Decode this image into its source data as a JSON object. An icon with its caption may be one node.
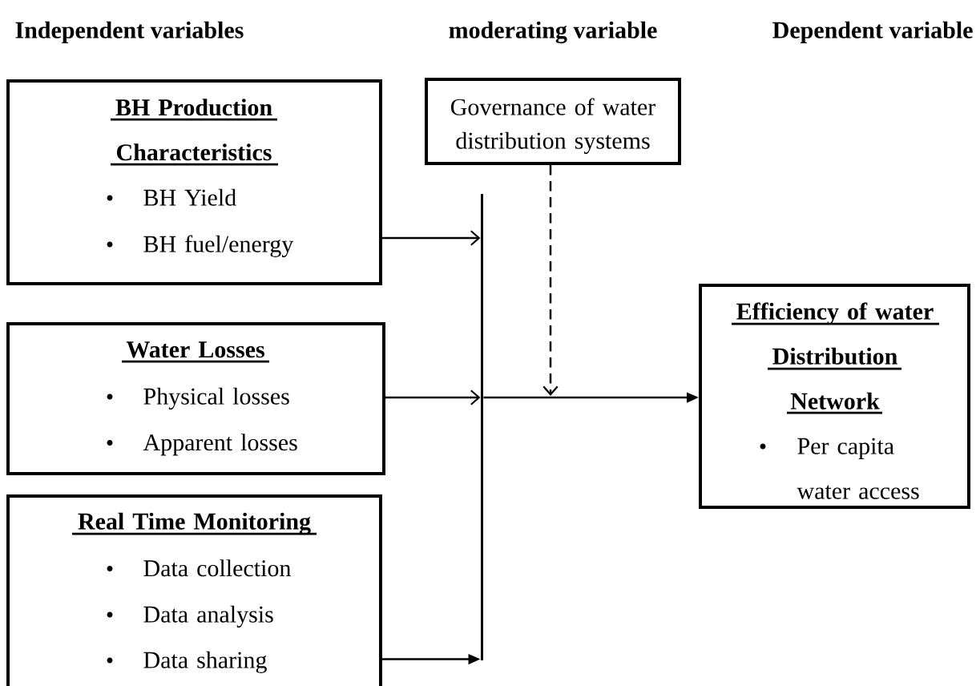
{
  "diagram": {
    "nodes": [
      {
        "text": [
          "BH Production Characteristics",
          "BH Yield",
          "BH fuel/energy"
        ]
      },
      {
        "text": [
          "Water Losses",
          "Physical losses",
          "Apparent losses"
        ]
      },
      {
        "text": [
          "Real Time Monitoring",
          "Data collection",
          "Data analysis",
          "Data sharing"
        ]
      },
      {
        "text": [
          "Governance of water distribution systems"
        ]
      },
      {
        "text": [
          "Efficiency of water Distribution Network",
          "Per capita water access"
        ]
      },
      {
        "text": [],
        "shape": "bar"
      }
    ],
    "edges": [
      {
        "from": 0,
        "to": 5,
        "arrow": "to"
      },
      {
        "from": 1,
        "to": 5,
        "arrow": "to"
      },
      {
        "from": 2,
        "to": 5,
        "arrow": "to"
      },
      {
        "from": 5,
        "to": 4,
        "arrow": "to"
      },
      {
        "from": 3,
        "to": null,
        "arrow": "to",
        "style": "dashed"
      }
    ],
    "labels": [
      "Independent variables",
      "moderating variable",
      "Dependent variable"
    ]
  }
}
